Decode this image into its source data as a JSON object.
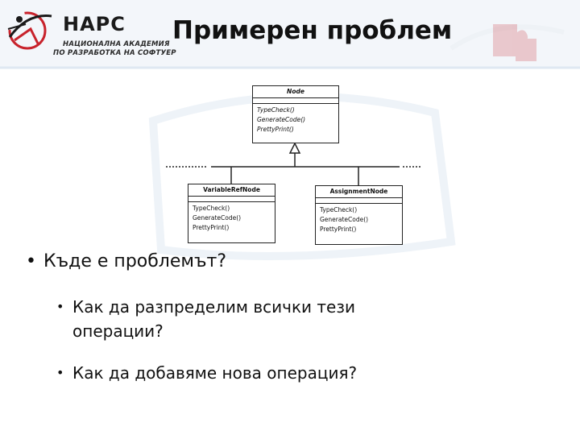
{
  "header": {
    "logo_abbr": "НАРС",
    "logo_line1": "НАЦИОНАЛНА АКАДЕМИЯ",
    "logo_line2": "ПО РАЗРАБОТКА НА СОФТУЕР",
    "title": "Примерен проблем"
  },
  "diagram": {
    "base_class": {
      "name": "Node",
      "operations": [
        "TypeCheck()",
        "GenerateCode()",
        "PrettyPrint()"
      ]
    },
    "subclasses": [
      {
        "name": "VariableRefNode",
        "operations": [
          "TypeCheck()",
          "GenerateCode()",
          "PrettyPrint()"
        ]
      },
      {
        "name": "AssignmentNode",
        "operations": [
          "TypeCheck()",
          "GenerateCode()",
          "PrettyPrint()"
        ]
      }
    ]
  },
  "bullets": {
    "main": "Къде е проблемът?",
    "sub": [
      {
        "line1": "Как да разпределим всички тези",
        "line2": "операции?"
      },
      {
        "line1": "Как да добавяме нова операция?",
        "line2": ""
      }
    ],
    "marker": "•"
  },
  "colors": {
    "accent_red": "#c8232c",
    "deco_blue": "#dfe8f2"
  }
}
